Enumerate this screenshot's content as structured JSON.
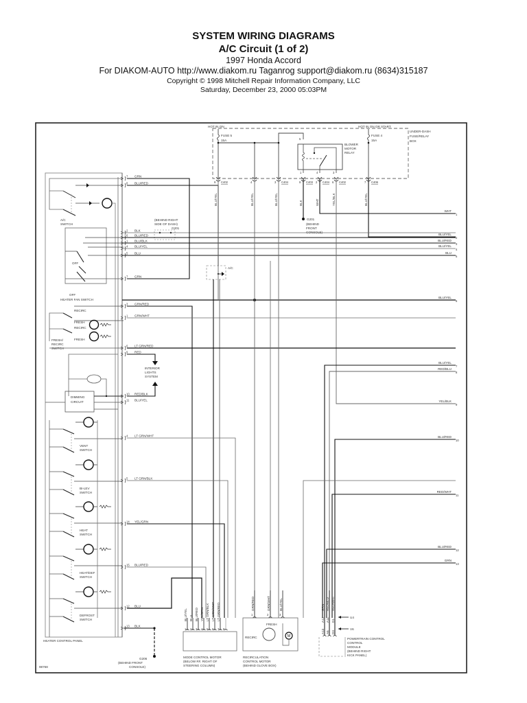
{
  "header": {
    "title": "SYSTEM WIRING DIAGRAMS",
    "subtitle": "A/C Circuit (1 of 2)",
    "vehicle": "1997 Honda Accord",
    "source_line": "For DIAKOM-AUTO http://www.diakom.ru Taganrog support@diakom.ru (8634)315187",
    "copyright": "Copyright © 1998 Mitchell Repair Information Company, LLC",
    "date": "Saturday, December 23, 2000  05:03PM"
  },
  "fuse_box": {
    "hot_in_on": "HOT IN ON",
    "hot_in_on_or_start": "HOT IN ON OR START",
    "label_lines": [
      "UNDER-DASH",
      "FUSE/RELAY",
      "BOX"
    ],
    "fuse5": [
      "FUSE 5",
      "15A"
    ],
    "fuse4": [
      "FUSE 4",
      "15A"
    ],
    "relay_lines": [
      "BLOWER",
      "MOTOR",
      "RELAY"
    ],
    "relay_pins": [
      "5",
      "1",
      "4",
      "3"
    ],
    "connectors": [
      {
        "pin": "9",
        "name": "C402",
        "wire": "BLU/YEL"
      },
      {
        "pin": "4",
        "name": "",
        "wire": "BLU/YEL"
      },
      {
        "pin": "3",
        "name": "C404",
        "wire": "BLU/YEL"
      },
      {
        "pin": "9",
        "name": "C403",
        "wire": "BLK"
      },
      {
        "pin": "2",
        "name": "C404",
        "wire": "WHT"
      },
      {
        "pin": "6",
        "name": "C402",
        "wire": "YEL/BLK"
      },
      {
        "pin": "7",
        "name": "C406",
        "wire": "BLU/YEL"
      }
    ]
  },
  "ground_g201": [
    "G201",
    "(BEHIND",
    "FRONT",
    "CONSOLE)"
  ],
  "behind_dash": [
    "(BEHIND RIGHT",
    "SIDE OF DASH)",
    "G201"
  ],
  "ac_diode": "A/C",
  "right_edge_wires": [
    {
      "label": "WHT",
      "pin": "1"
    },
    {
      "label": "BLU/YEL",
      "pin": "2"
    },
    {
      "label": "BLU/RED",
      "pin": "3"
    },
    {
      "label": "BLU/YEL",
      "pin": "4"
    },
    {
      "label": "BLU",
      "pin": "5"
    },
    {
      "label": "BLU/YEL",
      "pin": "6"
    },
    {
      "label": "BLU/YEL",
      "pin": "7"
    },
    {
      "label": "RED/BLU",
      "pin": "8"
    },
    {
      "label": "YEL/BLK",
      "pin": "9"
    },
    {
      "label": "BLU/RED",
      "pin": "10"
    },
    {
      "label": "RED/WHT",
      "pin": "11"
    },
    {
      "label": "BLU/RED",
      "pin": "12"
    },
    {
      "label": "GRN",
      "pin": "13"
    }
  ],
  "panel_wires": [
    {
      "pin": "7",
      "label": "GRN"
    },
    {
      "pin": "8",
      "label": "BLU/RED"
    },
    {
      "pin": "2",
      "label": "BLK"
    },
    {
      "pin": "6",
      "label": "BLU/RED"
    },
    {
      "pin": "1",
      "label": "BLU/BLK"
    },
    {
      "pin": "4",
      "label": "BLU/YEL"
    },
    {
      "pin": "5",
      "label": "BLU"
    },
    {
      "pin": "7",
      "label": "GRN"
    },
    {
      "pin": "3",
      "label": "GRN/RED"
    },
    {
      "pin": "1",
      "label": "GRN/WHT"
    },
    {
      "pin": "6",
      "label": "LT GRN/RED"
    },
    {
      "pin": "9",
      "label": "RED"
    },
    {
      "pin": "10",
      "label": "RED/BLK"
    },
    {
      "pin": "11",
      "label": "BLU/YEL"
    },
    {
      "pin": "4",
      "label": "LT GRN/WHT"
    },
    {
      "pin": "5",
      "label": "LT GRN/BLK"
    },
    {
      "pin": "14",
      "label": "YEL/GRN"
    },
    {
      "pin": "15",
      "label": "BLU/RED"
    },
    {
      "pin": "12",
      "label": "BLU"
    },
    {
      "pin": "13",
      "label": "BLK"
    }
  ],
  "switch_labels": {
    "ac_switch": [
      "A/C",
      "SWITCH"
    ],
    "fan_off1": "OFF",
    "fan_off2": "OFF",
    "heater_fan_switch": "HEATER FAN SWITCH",
    "recirc": "RECIRC",
    "fresh": "FRESH",
    "recirc2": "RECIRC",
    "fresh2": "FRESH",
    "fresh_recirc_switch": [
      "FRESH/",
      "RECIRC",
      "SWITCH"
    ],
    "interior_lights": [
      "INTERIOR",
      "LIGHTS",
      "SYSTEM"
    ],
    "dimming_circuit": [
      "DIMMING",
      "CIRCUIT"
    ],
    "vent_switch": [
      "VENT",
      "SWITCH"
    ],
    "bi_lev_switch": [
      "BI-LEV",
      "SWITCH"
    ],
    "heat_switch": [
      "HEAT",
      "SWITCH"
    ],
    "heat_def_switch": [
      "HEAT/DEF",
      "SWITCH"
    ],
    "defrost_switch": [
      "DEFROST",
      "SWITCH"
    ],
    "heater_control_panel": "HEATER CONTROL PANEL",
    "figure_id": "98768"
  },
  "ground_g206": [
    "G206",
    "(BEHIND FRONT",
    "CONSOLE)"
  ],
  "mode_motor": {
    "wires": [
      "BLU/YEL",
      "BLU",
      "BLU/RED",
      "YEL/GRN",
      "LT GRN/BLK",
      "LT GRN/WHT",
      "LT GRN/RED",
      ""
    ],
    "pins": [
      "1",
      "2",
      "3",
      "4",
      "5",
      "6",
      "7",
      "8"
    ],
    "caption": [
      "MODE CONTROL MOTOR",
      "(BELOW RF, RIGHT OF",
      "STEERING COLUMN)"
    ]
  },
  "recirc_motor": {
    "wires": [
      "GRN/RED",
      "GRN/WHT",
      "BLU/YEL"
    ],
    "pins": [
      "1",
      "2",
      "3"
    ],
    "fresh": "FRESH",
    "recirc": "RECIRC",
    "motor": "M",
    "caption": [
      "RECIRCULATION",
      "CONTROL MOTOR",
      "(BEHIND GLOVE BOX)"
    ]
  },
  "pcm": {
    "wires": [
      "GRN",
      "RED/BLU",
      "RED/WHT"
    ],
    "pins_top": [
      "A12",
      "A11",
      "D1"
    ],
    "pins_bottom": [
      "A13",
      "A6",
      "D3"
    ],
    "arrow_u": "U4",
    "arrow_v": "V6",
    "caption": [
      "POWERTRAIN CONTROL",
      "CONTROL",
      "MODULE",
      "(BEHIND RIGHT",
      "KICK PANEL)"
    ]
  }
}
